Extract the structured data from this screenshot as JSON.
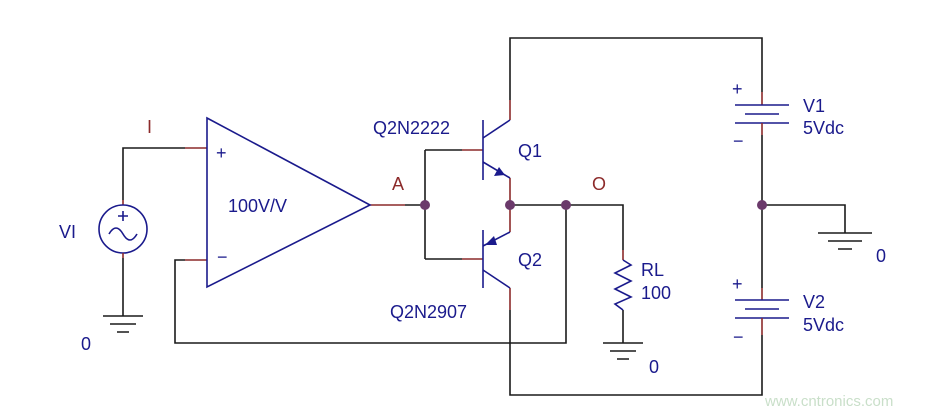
{
  "colors": {
    "wire": "#1a1a1a",
    "component": "#1a1a8c",
    "pin": "#8c2a2a",
    "junction": "#6b3a6b",
    "watermark": "#c9dfc9"
  },
  "source": {
    "name": "VI",
    "node": "I",
    "ground": "0"
  },
  "opamp": {
    "gain": "100V/V",
    "plus": "+",
    "minus": "−"
  },
  "node_a": "A",
  "node_o": "O",
  "q1": {
    "name": "Q1",
    "model": "Q2N2222"
  },
  "q2": {
    "name": "Q2",
    "model": "Q2N2907"
  },
  "load": {
    "name": "RL",
    "value": "100",
    "ground": "0"
  },
  "v1": {
    "name": "V1",
    "value": "5Vdc",
    "plus": "+",
    "minus": "−"
  },
  "v2": {
    "name": "V2",
    "value": "5Vdc",
    "plus": "+",
    "minus": "−"
  },
  "supply_ground": "0",
  "source_plus": "+",
  "watermark": "www.cntronics.com"
}
